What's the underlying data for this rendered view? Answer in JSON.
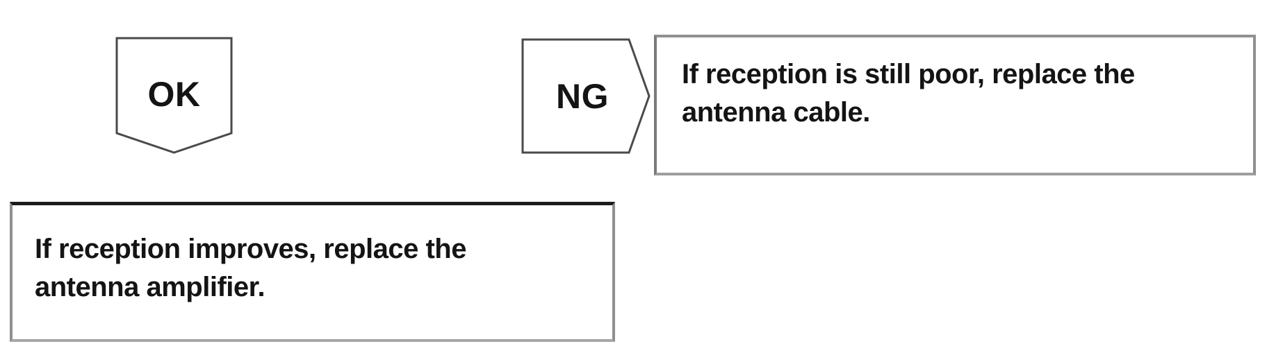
{
  "flowchart": {
    "ok_branch": {
      "badge_label": "OK",
      "outcome_lines": [
        "If reception improves, replace the",
        "antenna amplifier."
      ],
      "outcome_text": "If reception improves, replace the antenna amplifier."
    },
    "ng_branch": {
      "badge_label": "NG",
      "outcome_lines": [
        "If reception is still poor, replace the",
        "antenna cable."
      ],
      "outcome_text": "If reception is still poor, replace the antenna cable."
    },
    "colors": {
      "background": "#ffffff",
      "text": "#141414",
      "shape_stroke": "#4a4a4a",
      "box_border_gray": "#909090",
      "box_border_dark": "#1c1c1c"
    }
  }
}
